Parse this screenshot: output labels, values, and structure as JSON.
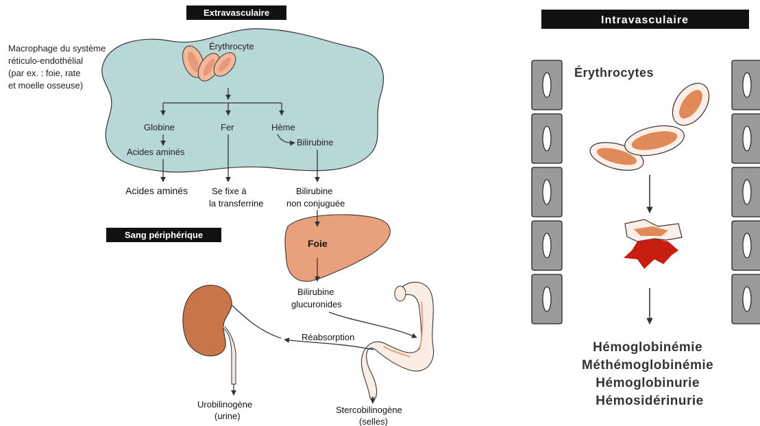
{
  "extra": {
    "header": "Extravasculaire",
    "macrophage": [
      "Macrophage du système",
      "réticulo-endothélial",
      "(par ex. : foie, rate",
      "et moelle osseuse)"
    ],
    "erythrocyte": "Érythrocyte",
    "globine": "Globine",
    "fer": "Fer",
    "heme": "Hème",
    "bilirubine": "Bilirubine",
    "acides_amines_inner": "Acides aminés",
    "acides_amines_out": "Acides aminés",
    "se_fixe": [
      "Se fixe à",
      "la transferrine"
    ],
    "bili_nc": [
      "Bilirubine",
      "non conjuguée"
    ],
    "sang_header": "Sang périphérique",
    "foie": "Foie",
    "bili_gluc": [
      "Bilirubine",
      "glucuronides"
    ],
    "reabsorption": "Réabsorption",
    "urobilinogene": [
      "Urobilinogène",
      "(urine)"
    ],
    "stercobilinogene": [
      "Stercobilinogène",
      "(selles)"
    ]
  },
  "intra": {
    "header": "Intravasculaire",
    "erythrocytes": "Érythrocytes",
    "results": [
      "Hémoglobinémie",
      "Méthémoglobinémie",
      "Hémoglobinurie",
      "Hémosidérinurie"
    ]
  },
  "colors": {
    "macrophage_fill": "#b7d8d6",
    "cell_fill": "#f3b89a",
    "organ_fill": "#e9a07c",
    "kidney_fill": "#c8754a",
    "blood_red": "#c81e10",
    "header_bg": "#111111"
  }
}
